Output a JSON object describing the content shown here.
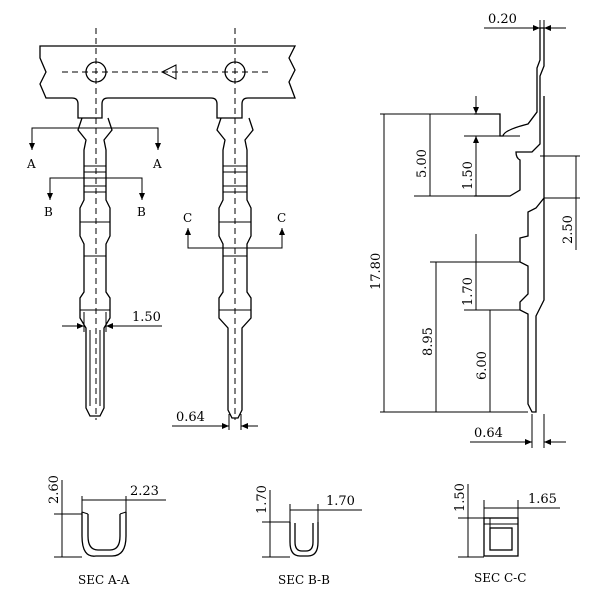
{
  "dimensions": {
    "top_thickness": "0.20",
    "height_5_00": "5.00",
    "height_1_50": "1.50",
    "height_2_50": "2.50",
    "height_17_80": "17.80",
    "height_1_70": "1.70",
    "height_8_95": "8.95",
    "height_6_00": "6.00",
    "side_pin_width": "0.64",
    "front_width_1_50": "1.50",
    "front_pin_width": "0.64",
    "secA_height": "2.60",
    "secA_width": "2.23",
    "secB_height": "1.70",
    "secB_width": "1.70",
    "secC_height": "1.50",
    "secC_width": "1.65"
  },
  "section_markers": {
    "a": "A",
    "b": "B",
    "c": "C"
  },
  "section_titles": {
    "a": "SEC A-A",
    "b": "SEC B-B",
    "c": "SEC C-C"
  }
}
